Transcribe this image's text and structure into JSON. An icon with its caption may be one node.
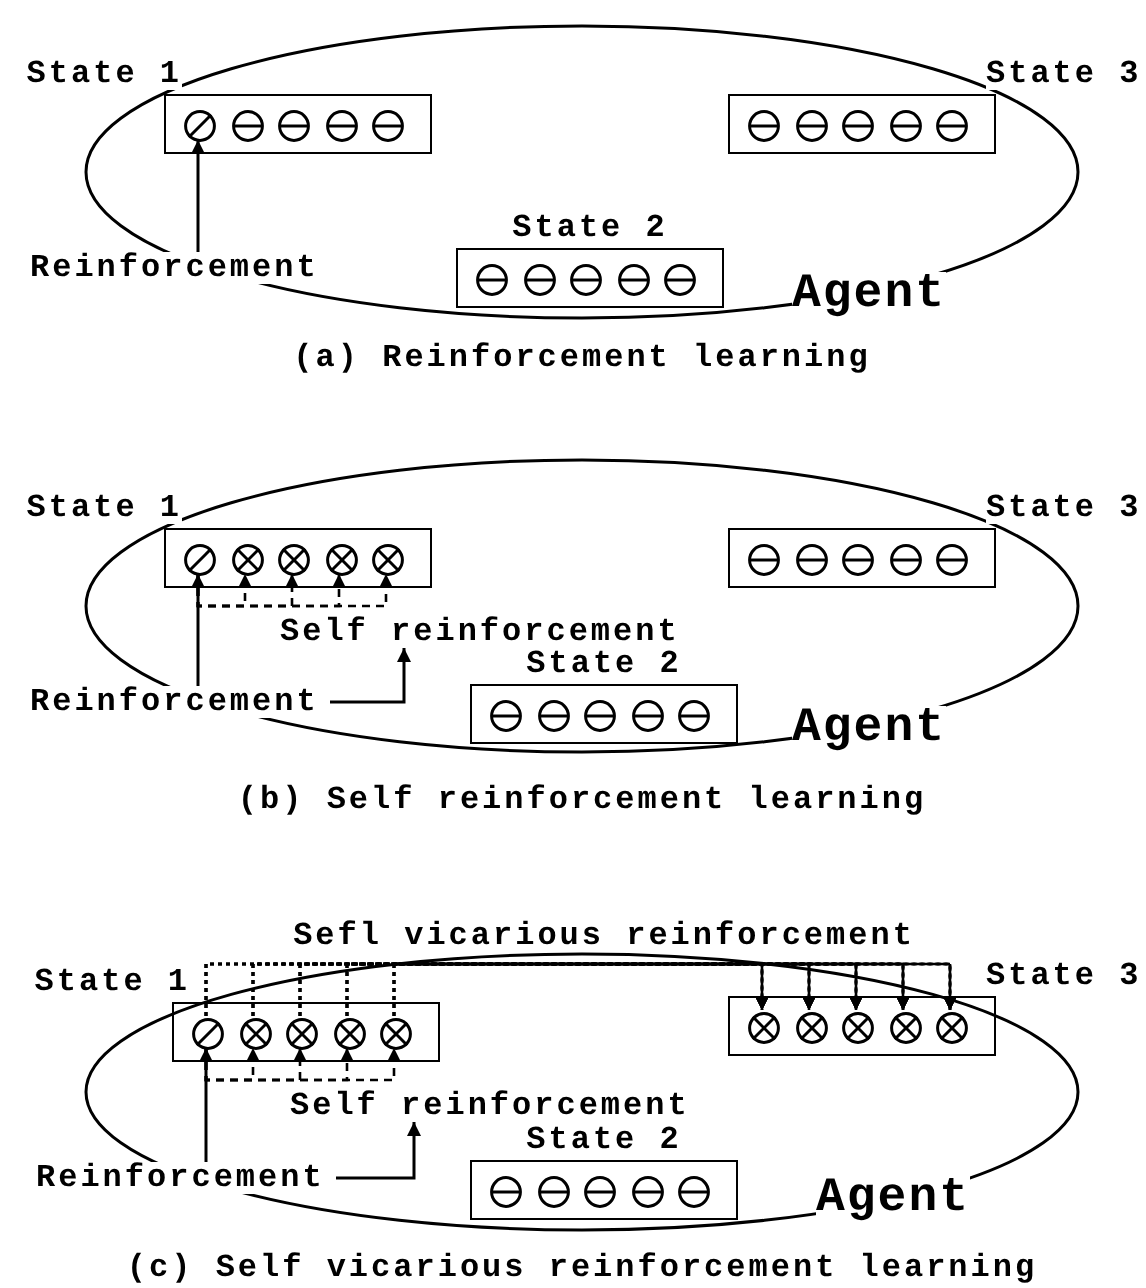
{
  "diagram": {
    "nodes": [
      {
        "text": [
          "Agent"
        ]
      },
      {
        "text": [
          "State 1"
        ],
        "in": 0
      },
      {
        "text": [],
        "shape": "circle",
        "in": 1
      },
      {
        "text": [],
        "shape": "circle",
        "in": 1
      },
      {
        "text": [],
        "shape": "circle",
        "in": 1
      },
      {
        "text": [],
        "shape": "circle",
        "in": 1
      },
      {
        "text": [],
        "shape": "circle",
        "in": 1
      },
      {
        "text": [
          "State 3"
        ],
        "in": 0
      },
      {
        "text": [],
        "shape": "circle",
        "in": 7
      },
      {
        "text": [],
        "shape": "circle",
        "in": 7
      },
      {
        "text": [],
        "shape": "circle",
        "in": 7
      },
      {
        "text": [],
        "shape": "circle",
        "in": 7
      },
      {
        "text": [],
        "shape": "circle",
        "in": 7
      },
      {
        "text": [
          "State 2"
        ],
        "in": 0
      },
      {
        "text": [],
        "shape": "circle",
        "in": 13
      },
      {
        "text": [],
        "shape": "circle",
        "in": 13
      },
      {
        "text": [],
        "shape": "circle",
        "in": 13
      },
      {
        "text": [],
        "shape": "circle",
        "in": 13
      },
      {
        "text": [],
        "shape": "circle",
        "in": 13
      },
      {
        "text": [
          "Reinforcement"
        ]
      },
      {
        "text": [
          "Agent"
        ]
      },
      {
        "text": [
          "State 1"
        ],
        "in": 20
      },
      {
        "text": [],
        "shape": "circle",
        "in": 21
      },
      {
        "text": [],
        "shape": "circle",
        "in": 21
      },
      {
        "text": [],
        "shape": "circle",
        "in": 21
      },
      {
        "text": [],
        "shape": "circle",
        "in": 21
      },
      {
        "text": [],
        "shape": "circle",
        "in": 21
      },
      {
        "text": [
          "State 3"
        ],
        "in": 20
      },
      {
        "text": [],
        "shape": "circle",
        "in": 27
      },
      {
        "text": [],
        "shape": "circle",
        "in": 27
      },
      {
        "text": [],
        "shape": "circle",
        "in": 27
      },
      {
        "text": [],
        "shape": "circle",
        "in": 27
      },
      {
        "text": [],
        "shape": "circle",
        "in": 27
      },
      {
        "text": [
          "State 2"
        ],
        "in": 20
      },
      {
        "text": [],
        "shape": "circle",
        "in": 33
      },
      {
        "text": [],
        "shape": "circle",
        "in": 33
      },
      {
        "text": [],
        "shape": "circle",
        "in": 33
      },
      {
        "text": [],
        "shape": "circle",
        "in": 33
      },
      {
        "text": [],
        "shape": "circle",
        "in": 33
      },
      {
        "text": [
          "Reinforcement"
        ]
      },
      {
        "text": [
          "Self reinforcement"
        ],
        "in": 20
      },
      {
        "text": [
          "Agent"
        ]
      },
      {
        "text": [
          "State 1"
        ],
        "in": 41
      },
      {
        "text": [],
        "shape": "circle",
        "in": 42
      },
      {
        "text": [],
        "shape": "circle",
        "in": 42
      },
      {
        "text": [],
        "shape": "circle",
        "in": 42
      },
      {
        "text": [],
        "shape": "circle",
        "in": 42
      },
      {
        "text": [],
        "shape": "circle",
        "in": 42
      },
      {
        "text": [
          "State 3"
        ],
        "in": 41
      },
      {
        "text": [],
        "shape": "circle",
        "in": 48
      },
      {
        "text": [],
        "shape": "circle",
        "in": 48
      },
      {
        "text": [],
        "shape": "circle",
        "in": 48
      },
      {
        "text": [],
        "shape": "circle",
        "in": 48
      },
      {
        "text": [],
        "shape": "circle",
        "in": 48
      },
      {
        "text": [
          "State 2"
        ],
        "in": 41
      },
      {
        "text": [],
        "shape": "circle",
        "in": 54
      },
      {
        "text": [],
        "shape": "circle",
        "in": 54
      },
      {
        "text": [],
        "shape": "circle",
        "in": 54
      },
      {
        "text": [],
        "shape": "circle",
        "in": 54
      },
      {
        "text": [],
        "shape": "circle",
        "in": 54
      },
      {
        "text": [
          "Reinforcement"
        ]
      },
      {
        "text": [
          "Self reinforcement"
        ],
        "in": 41
      }
    ],
    "edges": [
      {
        "from": 19,
        "to": 2,
        "arrow": "to"
      },
      {
        "from": 39,
        "to": 22,
        "arrow": "to"
      },
      {
        "from": 22,
        "to": 23,
        "arrow": "to",
        "style": "dashed"
      },
      {
        "from": 22,
        "to": 24,
        "arrow": "to",
        "style": "dashed"
      },
      {
        "from": 22,
        "to": 25,
        "arrow": "to",
        "style": "dashed"
      },
      {
        "from": 22,
        "to": 26,
        "arrow": "to",
        "style": "dashed"
      },
      {
        "from": 39,
        "to": 40,
        "arrow": "to"
      },
      {
        "from": 60,
        "to": 43,
        "arrow": "to"
      },
      {
        "from": 43,
        "to": 44,
        "arrow": "to",
        "style": "dashed"
      },
      {
        "from": 43,
        "to": 45,
        "arrow": "to",
        "style": "dashed"
      },
      {
        "from": 43,
        "to": 46,
        "arrow": "to",
        "style": "dashed"
      },
      {
        "from": 43,
        "to": 47,
        "arrow": "to",
        "style": "dashed"
      },
      {
        "from": 60,
        "to": 61,
        "arrow": "to"
      },
      {
        "from": 43,
        "to": 49,
        "arrow": "to",
        "style": "dashed"
      },
      {
        "from": 43,
        "to": 50,
        "arrow": "to",
        "style": "dashed"
      },
      {
        "from": 43,
        "to": 51,
        "arrow": "to",
        "style": "dashed"
      },
      {
        "from": 43,
        "to": 52,
        "arrow": "to",
        "style": "dashed"
      },
      {
        "from": 43,
        "to": 53,
        "arrow": "to",
        "style": "dashed"
      },
      {
        "from": 44,
        "to": 49,
        "arrow": "to",
        "style": "dashed"
      },
      {
        "from": 44,
        "to": 50,
        "arrow": "to",
        "style": "dashed"
      },
      {
        "from": 44,
        "to": 51,
        "arrow": "to",
        "style": "dashed"
      },
      {
        "from": 44,
        "to": 52,
        "arrow": "to",
        "style": "dashed"
      },
      {
        "from": 44,
        "to": 53,
        "arrow": "to",
        "style": "dashed"
      },
      {
        "from": 45,
        "to": 49,
        "arrow": "to",
        "style": "dashed"
      },
      {
        "from": 45,
        "to": 50,
        "arrow": "to",
        "style": "dashed"
      },
      {
        "from": 45,
        "to": 51,
        "arrow": "to",
        "style": "dashed"
      },
      {
        "from": 45,
        "to": 52,
        "arrow": "to",
        "style": "dashed"
      },
      {
        "from": 45,
        "to": 53,
        "arrow": "to",
        "style": "dashed"
      },
      {
        "from": 46,
        "to": 49,
        "arrow": "to",
        "style": "dashed"
      },
      {
        "from": 46,
        "to": 50,
        "arrow": "to",
        "style": "dashed"
      },
      {
        "from": 46,
        "to": 51,
        "arrow": "to",
        "style": "dashed"
      },
      {
        "from": 46,
        "to": 52,
        "arrow": "to",
        "style": "dashed"
      },
      {
        "from": 46,
        "to": 53,
        "arrow": "to",
        "style": "dashed"
      },
      {
        "from": 47,
        "to": 49,
        "arrow": "to",
        "style": "dashed"
      },
      {
        "from": 47,
        "to": 50,
        "arrow": "to",
        "style": "dashed"
      },
      {
        "from": 47,
        "to": 51,
        "arrow": "to",
        "style": "dashed"
      },
      {
        "from": 47,
        "to": 52,
        "arrow": "to",
        "style": "dashed"
      },
      {
        "from": 47,
        "to": 53,
        "arrow": "to",
        "style": "dashed"
      }
    ],
    "labels": [
      "(a) Reinforcement learning",
      "(b) Self reinforcement learning",
      "Sefl vicarious reinforcement",
      "(c) Self vicarious reinforcement learning"
    ]
  }
}
